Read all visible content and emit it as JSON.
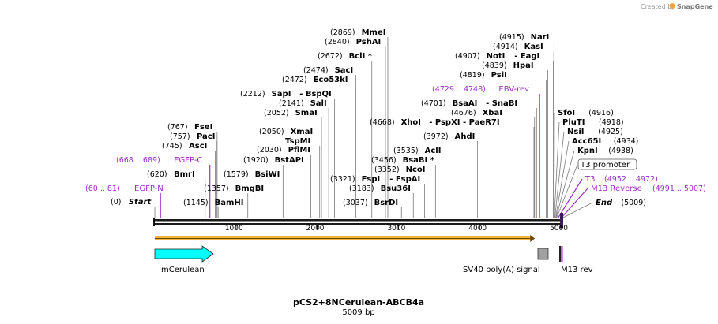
{
  "credit": {
    "text": "Created by",
    "brand": "SnapGene"
  },
  "map": {
    "title": "pCS2+8NCerulean-ABCB4a",
    "length_text": "5009 bp",
    "length_bp": 5009,
    "ticks": [
      "1000",
      "2000",
      "3000",
      "4000",
      "5000"
    ],
    "tick_values": [
      1000,
      2000,
      3000,
      4000,
      5000
    ],
    "colors": {
      "primer": "#9b2fc4",
      "cds": "#00ffff",
      "orf": "#f2b33a",
      "polyA": "#a0a0a0"
    }
  },
  "sites": [
    {
      "pos": "(0)",
      "name": "Start",
      "italic": true,
      "bp": 0
    },
    {
      "pos": "(60 .. 81)",
      "name": "EGFP-N",
      "primer": true,
      "bp": 70
    },
    {
      "pos": "(620)",
      "name": "BmrI",
      "bp": 620
    },
    {
      "pos": "(668 .. 689)",
      "name": "EGFP-C",
      "primer": true,
      "bp": 678
    },
    {
      "pos": "(745)",
      "name": "AscI",
      "bp": 745
    },
    {
      "pos": "(757)",
      "name": "PacI",
      "bp": 757
    },
    {
      "pos": "(767)",
      "name": "FseI",
      "bp": 767
    },
    {
      "pos": "(1145)",
      "name": "BamHI",
      "bp": 780
    },
    {
      "pos": "(1357)",
      "name": "BmgBI",
      "bp": 1145
    },
    {
      "pos": "(1579)",
      "name": "BsiWI",
      "bp": 1357
    },
    {
      "pos": "(1920)",
      "name": "BstAPI",
      "bp": 1579
    },
    {
      "pos": "(2030)",
      "name": "PflMI",
      "bp": 1920
    },
    {
      "pos": "",
      "name": "TspMI",
      "bp": 2030
    },
    {
      "pos": "(2050)",
      "name": "XmaI",
      "bp": 2050
    },
    {
      "pos": "(2052)",
      "name": "SmaI",
      "bp": 2052
    },
    {
      "pos": "(2141)",
      "name": "SalI",
      "bp": 2141
    },
    {
      "pos": "(2212)",
      "name": "SapI",
      "extra": "- BspQI",
      "bp": 2212
    },
    {
      "pos": "(2472)",
      "name": "Eco53kI",
      "bp": 2472
    },
    {
      "pos": "(2474)",
      "name": "SacI",
      "bp": 2474
    },
    {
      "pos": "(2672)",
      "name": "BclI *",
      "bp": 2672
    },
    {
      "pos": "(2840)",
      "name": "PshAI",
      "bp": 2840
    },
    {
      "pos": "(2869)",
      "name": "MmeI",
      "bp": 2869
    },
    {
      "pos": "(3037)",
      "name": "BsrDI",
      "bp": 3037
    },
    {
      "pos": "(3183)",
      "name": "Bsu36I",
      "bp": 3183
    },
    {
      "pos": "(3321)",
      "name": "FspI",
      "extra": "- FspAI",
      "bp": 3321
    },
    {
      "pos": "(3352)",
      "name": "NcoI",
      "bp": 3352
    },
    {
      "pos": "(3456)",
      "name": "BsaBI *",
      "bp": 3456
    },
    {
      "pos": "(3535)",
      "name": "AclI",
      "bp": 3535
    },
    {
      "pos": "(3972)",
      "name": "AhdI",
      "bp": 3972
    },
    {
      "pos": "(4668)",
      "name": "XhoI",
      "extra": "- PspXI  - PaeR7I",
      "bp": 4668
    },
    {
      "pos": "(4676)",
      "name": "XbaI",
      "bp": 4676
    },
    {
      "pos": "(4701)",
      "name": "BsaAI",
      "extra": "- SnaBI",
      "bp": 4701
    },
    {
      "pos": "(4729 .. 4748)",
      "name": "EBV-rev",
      "primer": true,
      "bp": 4738
    },
    {
      "pos": "(4819)",
      "name": "PsiI",
      "bp": 4819
    },
    {
      "pos": "(4839)",
      "name": "HpaI",
      "bp": 4839
    },
    {
      "pos": "(4907)",
      "name": "NotI",
      "extra": "- EagI",
      "bp": 4907
    },
    {
      "pos": "(4914)",
      "name": "KasI",
      "bp": 4914
    },
    {
      "pos": "(4915)",
      "name": "NarI",
      "bp": 4915
    },
    {
      "pos": "(4916)",
      "name": "SfoI",
      "bp": 4916,
      "side": "right"
    },
    {
      "pos": "(4918)",
      "name": "PluTI",
      "bp": 4918,
      "side": "right"
    },
    {
      "pos": "(4925)",
      "name": "NsiI",
      "bp": 4925,
      "side": "right"
    },
    {
      "pos": "(4934)",
      "name": "Acc65I",
      "bp": 4934,
      "side": "right"
    },
    {
      "pos": "(4938)",
      "name": "KpnI",
      "bp": 4938,
      "side": "right"
    },
    {
      "pos": "",
      "name": "T3 promoter",
      "boxed": true,
      "bp": 4945,
      "side": "right"
    },
    {
      "pos": "(4952 .. 4972)",
      "name": "T3",
      "primer": true,
      "bp": 4962,
      "side": "right"
    },
    {
      "pos": "(4991 .. 5007)",
      "name": "M13 Reverse",
      "primer": true,
      "bp": 4999,
      "side": "right"
    },
    {
      "pos": "(5009)",
      "name": "End",
      "italic": true,
      "bp": 5009,
      "side": "right"
    }
  ],
  "features": [
    {
      "name": "mCerulean",
      "type": "cds",
      "start": 0,
      "end": 720
    },
    {
      "name": "SV40 poly(A) signal",
      "type": "polyA",
      "start": 4600,
      "end": 4720
    },
    {
      "name": "M13 rev",
      "type": "primer_bind",
      "start": 4991,
      "end": 5009
    }
  ],
  "orf": {
    "start": 0,
    "end": 4680
  }
}
